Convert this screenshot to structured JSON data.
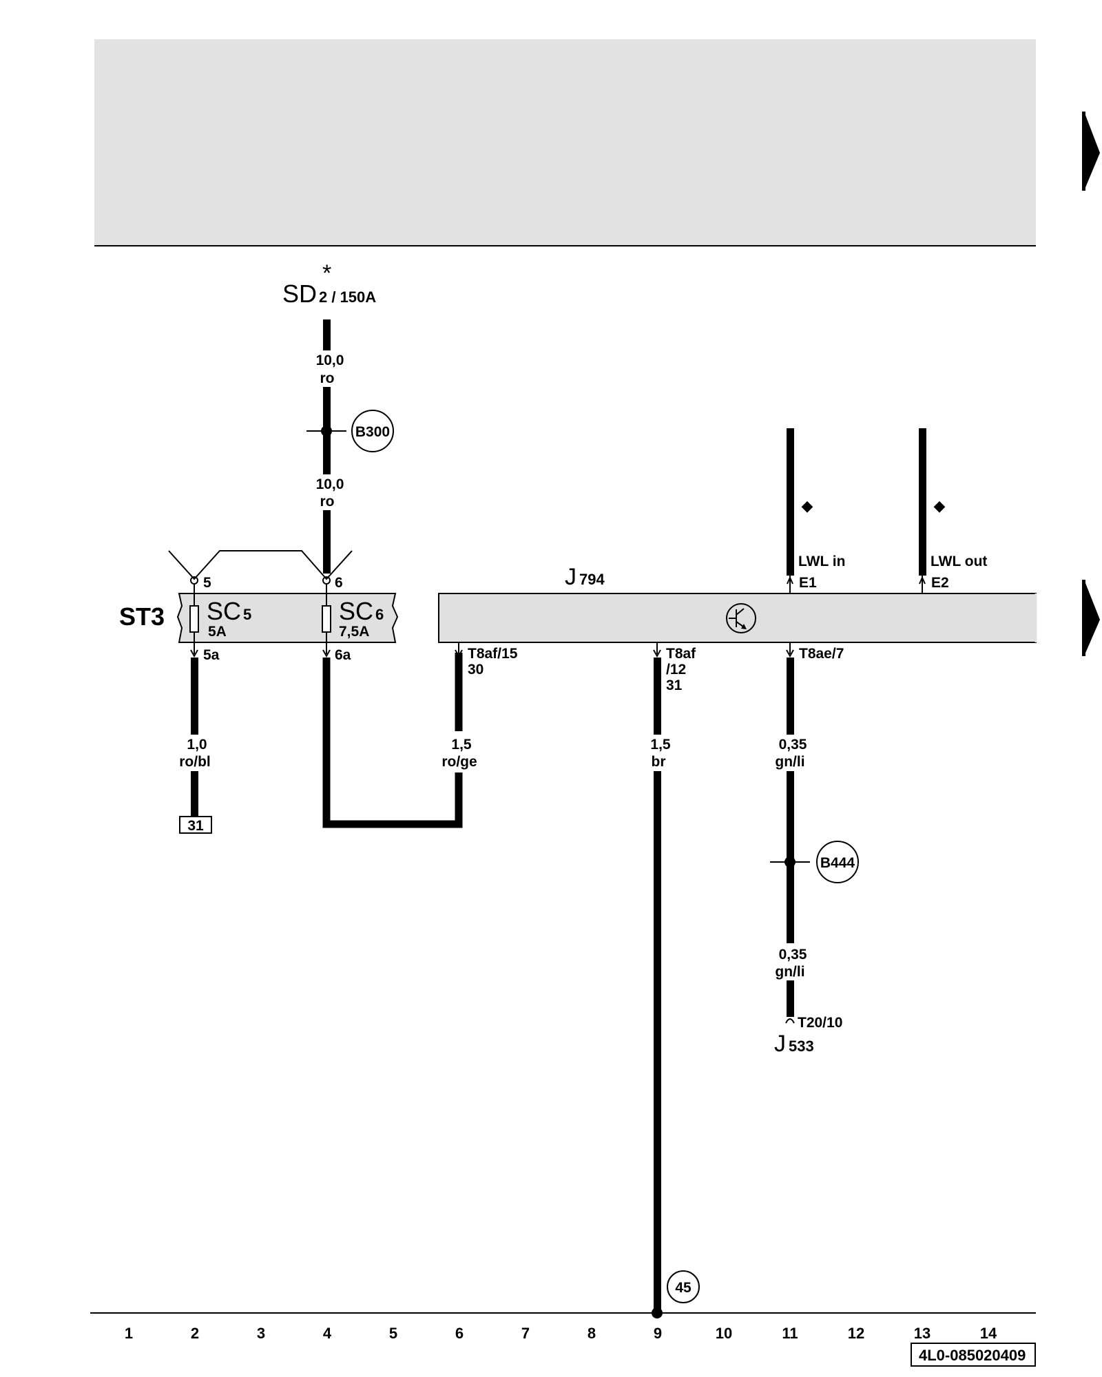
{
  "top_panel": {
    "fill": "#e2e2e2"
  },
  "source": {
    "star": "*",
    "name": "SD",
    "rating": "2 / 150A"
  },
  "wires": {
    "sd_upper": {
      "size": "10,0",
      "color": "ro"
    },
    "sd_lower": {
      "size": "10,0",
      "color": "ro"
    },
    "sc5_out": {
      "size": "1,0",
      "color": "ro/bl"
    },
    "t8af15": {
      "size": "1,5",
      "color": "ro/ge"
    },
    "t8af12": {
      "size": "1,5",
      "color": "br"
    },
    "t8ae7_up": {
      "size": "0,35",
      "color": "gn/li"
    },
    "t8ae7_down": {
      "size": "0,35",
      "color": "gn/li"
    }
  },
  "splices": {
    "b300": "B300",
    "b444": "B444"
  },
  "fuse_box": {
    "name": "ST3",
    "fill": "#e0e0e0",
    "sc5": {
      "label": "SC",
      "sub": "5",
      "rating": "5A",
      "pin_in": "5",
      "pin_out": "5a"
    },
    "sc6": {
      "label": "SC",
      "sub": "6",
      "rating": "7,5A",
      "pin_in": "6",
      "pin_out": "6a"
    }
  },
  "ground_box": "31",
  "module": {
    "name": "J",
    "sub": "794",
    "fill": "#e0e0e0",
    "lwl_in": "LWL in",
    "lwl_out": "LWL out",
    "pin_e1": "E1",
    "pin_e2": "E2",
    "marker": "◆",
    "pin_t8af15": "T8af/15",
    "pin_t8af15_term": "30",
    "pin_t8af12_a": "T8af",
    "pin_t8af12_b": "/12",
    "pin_t8af12_term": "31",
    "pin_t8ae7": "T8ae/7"
  },
  "gateway": {
    "pin": "T20/10",
    "name": "J",
    "sub": "533"
  },
  "ground_ref": "45",
  "ruler": [
    "1",
    "2",
    "3",
    "4",
    "5",
    "6",
    "7",
    "8",
    "9",
    "10",
    "11",
    "12",
    "13",
    "14"
  ],
  "doc_number": "4L0-085020409"
}
